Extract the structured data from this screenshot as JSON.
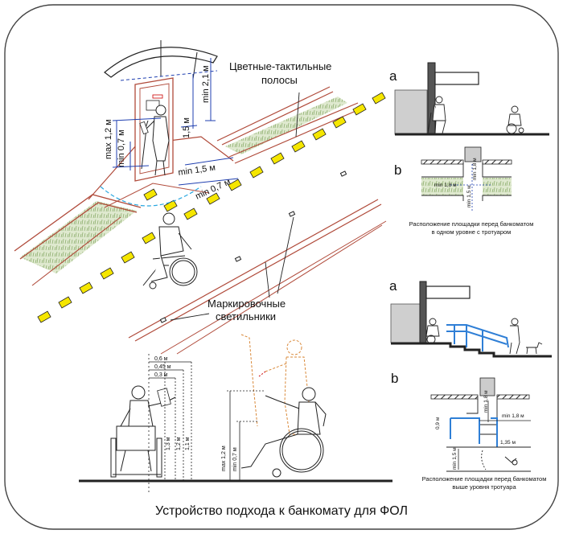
{
  "callouts": {
    "tactile": [
      "Цветные-тактильные",
      "полосы"
    ],
    "lights": [
      "Маркировочные",
      "светильники"
    ]
  },
  "dims_persp": {
    "min_2_1": "min 2,1 м",
    "max_1_2": "max 1,2 м",
    "min_0_7_a": "min 0,7 м",
    "d_1_5": "1,5 м",
    "min_1_5": "min 1,5 м",
    "min_0_7_b": "min 0,7 м"
  },
  "panels": {
    "a1_letter": "a",
    "b1_letter": "b",
    "a2_letter": "a",
    "b2_letter": "b",
    "b1_dims": {
      "min_1_8_h": "min 1,8 м",
      "min_1_8_v": "min 1,8 м",
      "min_1_5": "min 1,5 м"
    },
    "b1_caption": [
      "Расположение площадки перед банкоматом",
      "в одном уровне с тротуаром"
    ],
    "b2_dims": {
      "min_1_8_v": "min 1,8 м",
      "min_1_8_h": "min 1,8 м",
      "d_0_9": "0,9 м",
      "d_1_35": "1,35 м",
      "min_1_5": "min 1,5 м"
    },
    "b2_caption": [
      "Расположение площадки перед банкоматом",
      "выше уровня тротуара"
    ]
  },
  "reach_dims": {
    "d_0_6": "0,6 м",
    "d_0_45": "0,45 м",
    "d_0_3": "0,3 м",
    "d_1_3": "1,3 м",
    "d_1_2": "1,2 м",
    "d_1_1": "1,1 м",
    "max_1_2": "max 1,2 м",
    "min_0_7": "min 0,7 м"
  },
  "title": "Устройство подхода к банкомату для ФОЛ",
  "colors": {
    "tactile": "#f5e600",
    "curb": "#b04a3a",
    "blue": "#1f3fb0",
    "cyan": "#2aa7e0",
    "grass": "#c9dcb0",
    "orange": "#d9893a",
    "rail": "#2f7fd6"
  }
}
